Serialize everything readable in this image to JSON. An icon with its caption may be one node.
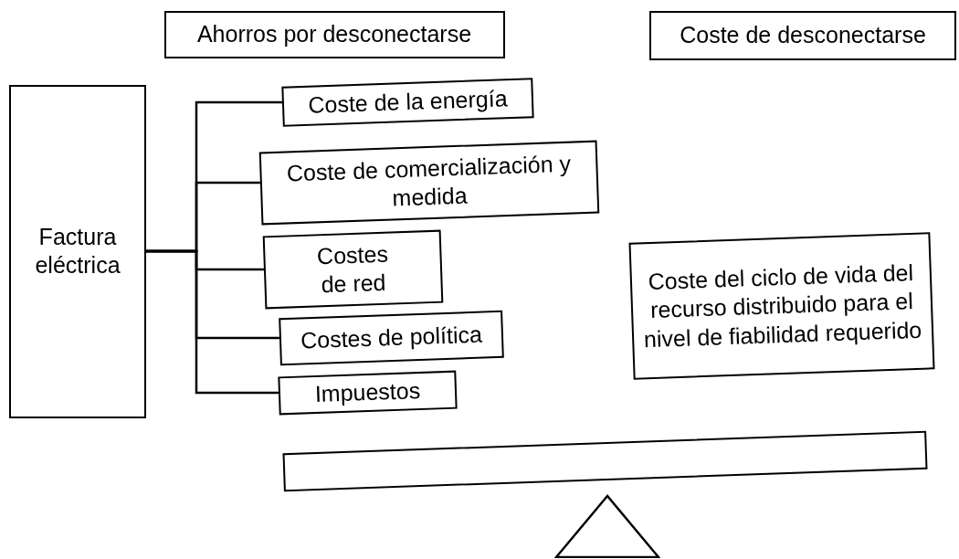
{
  "diagram": {
    "nodes": [
      {
        "text": [
          "Ahorros por desconectarse"
        ]
      },
      {
        "text": [
          "Coste de desconectarse"
        ]
      },
      {
        "text": [
          "Factura eléctrica"
        ]
      },
      {
        "text": [
          "Coste de la energía"
        ]
      },
      {
        "text": [
          "Coste de comercialización y medida"
        ]
      },
      {
        "text": [
          "Costes de red"
        ]
      },
      {
        "text": [
          "Costes de política"
        ]
      },
      {
        "text": [
          "Impuestos"
        ]
      },
      {
        "text": [
          "Coste del ciclo de vida del recurso distribuido para el nivel de fiabilidad requerido"
        ]
      },
      {
        "text": [],
        "shape": "bar"
      },
      {
        "text": [],
        "shape": "triangle"
      }
    ],
    "edges": [
      {
        "from": 2,
        "to": 3,
        "arrow": "none"
      },
      {
        "from": 2,
        "to": 4,
        "arrow": "none"
      },
      {
        "from": 2,
        "to": 5,
        "arrow": "none"
      },
      {
        "from": 2,
        "to": 6,
        "arrow": "none"
      },
      {
        "from": 2,
        "to": 7,
        "arrow": "none"
      }
    ]
  }
}
